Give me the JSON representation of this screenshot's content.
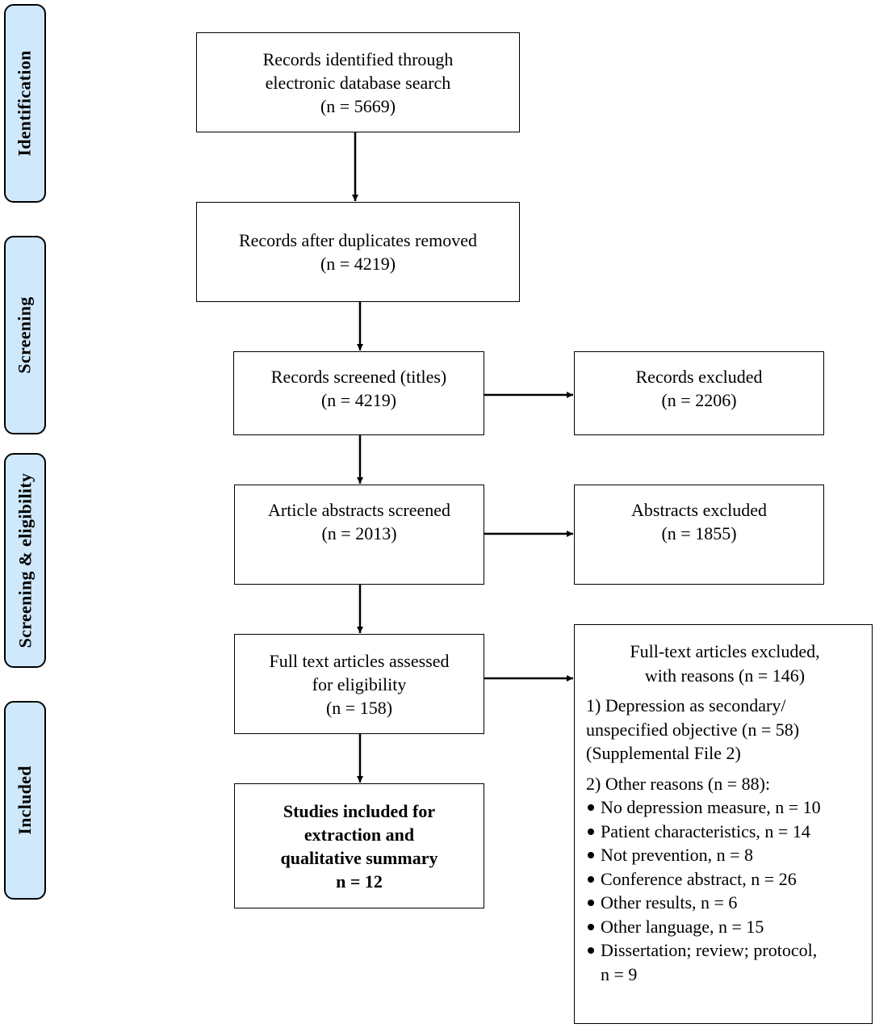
{
  "phases": {
    "identification": "Identification",
    "screening": "Screening",
    "screening_eligibility": "Screening & eligibility",
    "included": "Included"
  },
  "boxes": {
    "identified": {
      "line1": "Records identified through",
      "line2": "electronic database search",
      "count": "(n = 5669)"
    },
    "deduplicated": {
      "line1": "Records after duplicates removed",
      "count": "(n = 4219)"
    },
    "titles_screened": {
      "line1": "Records screened (titles)",
      "count": "(n = 4219)"
    },
    "records_excluded": {
      "line1": "Records excluded",
      "count": "(n = 2206)"
    },
    "abstracts_screened": {
      "line1": "Article abstracts screened",
      "count": "(n = 2013)"
    },
    "abstracts_excluded": {
      "line1": "Abstracts excluded",
      "count": "(n = 1855)"
    },
    "fulltext_assessed": {
      "line1": "Full text articles assessed",
      "line2": "for eligibility",
      "count": "(n = 158)"
    },
    "studies_included": {
      "line1": "Studies included for",
      "line2": "extraction and",
      "line3": "qualitative summary",
      "count": "n = 12"
    }
  },
  "fulltext_excluded": {
    "head_line1": "Full-text articles excluded,",
    "head_line2": "with reasons (n = 146)",
    "reason1_line1": "1) Depression as secondary/",
    "reason1_line2": "unspecified objective (n = 58)",
    "reason1_line3": "(Supplemental File 2)",
    "reason2_head": "2) Other reasons (n = 88):",
    "reason2_items": [
      "No depression measure, n = 10",
      "Patient characteristics, n = 14",
      "Not prevention, n = 8",
      "Conference abstract, n = 26",
      "Other results, n = 6",
      "Other language, n = 15",
      "Dissertation; review; protocol,"
    ],
    "reason2_last_cont": "n = 9"
  }
}
